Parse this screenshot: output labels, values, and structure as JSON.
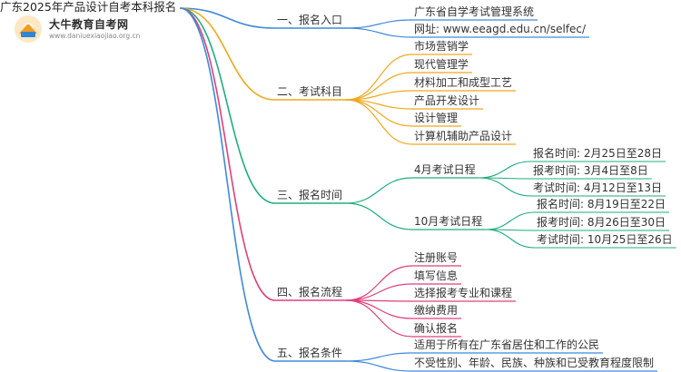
{
  "brand": {
    "name": "大牛教育自考网",
    "url": "www.daniuexiaojiao.org.cn"
  },
  "root": "广东2025年产品设计自考本科报名",
  "colors": {
    "branch1": "#3f8ad8",
    "branch2": "#f0a81c",
    "branch3": "#1fae7c",
    "branch4": "#e0407a",
    "branch5": "#3f8ad8",
    "logo_orange": "#f39a21",
    "logo_blue": "#2f86d4"
  },
  "branches": [
    {
      "label": "一、报名入口",
      "children": [
        {
          "label": "广东省自学考试管理系统"
        },
        {
          "label": "网址: www.eeagd.edu.cn/selfec/"
        }
      ]
    },
    {
      "label": "二、考试科目",
      "children": [
        {
          "label": "市场营销学"
        },
        {
          "label": "现代管理学"
        },
        {
          "label": "材料加工和成型工艺"
        },
        {
          "label": "产品开发设计"
        },
        {
          "label": "设计管理"
        },
        {
          "label": "计算机辅助产品设计"
        }
      ]
    },
    {
      "label": "三、报名时间",
      "children": [
        {
          "label": "4月考试日程",
          "children": [
            {
              "label": "报名时间: 2月25日至28日"
            },
            {
              "label": "报考时间: 3月4日至8日"
            },
            {
              "label": "考试时间: 4月12日至13日"
            }
          ]
        },
        {
          "label": "10月考试日程",
          "children": [
            {
              "label": "报名时间: 8月19日至22日"
            },
            {
              "label": "报考时间: 8月26日至30日"
            },
            {
              "label": "考试时间: 10月25日至26日"
            }
          ]
        }
      ]
    },
    {
      "label": "四、报名流程",
      "children": [
        {
          "label": "注册账号"
        },
        {
          "label": "填写信息"
        },
        {
          "label": "选择报考专业和课程"
        },
        {
          "label": "缴纳费用"
        },
        {
          "label": "确认报名"
        }
      ]
    },
    {
      "label": "五、报名条件",
      "children": [
        {
          "label": "适用于所有在广东省居住和工作的公民"
        },
        {
          "label": "不受性别、年龄、民族、种族和已受教育程度限制"
        }
      ]
    }
  ]
}
